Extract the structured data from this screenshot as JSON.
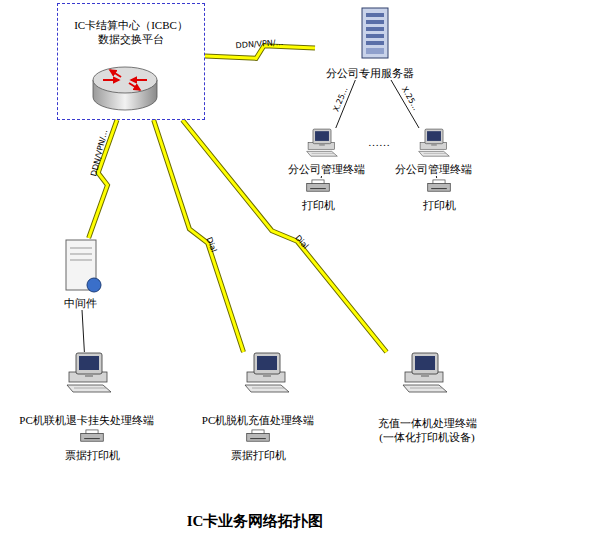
{
  "diagram": {
    "caption": "IC卡业务网络拓扑图",
    "nodes": [
      {
        "text": [
          "IC卡结算中心（ICBC） 数据交换平台"
        ]
      },
      {
        "text": [
          "分公司专用服务器"
        ]
      },
      {
        "text": [
          "分公司管理终端"
        ]
      },
      {
        "text": [
          "分公司管理终端"
        ]
      },
      {
        "text": [
          "打印机"
        ]
      },
      {
        "text": [
          "打印机"
        ]
      },
      {
        "text": [
          "中间件"
        ]
      },
      {
        "text": [
          "PC机联机退卡挂失处理终端"
        ]
      },
      {
        "text": [
          "PC机脱机充值处理终端"
        ]
      },
      {
        "text": [
          "充值一体机处理终端 (一体化打印机设备)"
        ]
      },
      {
        "text": [
          "票据打印机"
        ]
      },
      {
        "text": [
          "票据打印机"
        ]
      }
    ],
    "edges": [
      {
        "from": 0,
        "to": 1,
        "label": "DDN/VPN/...",
        "arrow": "none"
      },
      {
        "from": 1,
        "to": 2,
        "label": "X.25...",
        "arrow": "none"
      },
      {
        "from": 1,
        "to": 3,
        "label": "X.25...",
        "arrow": "none"
      },
      {
        "from": 2,
        "to": 4,
        "arrow": "none"
      },
      {
        "from": 3,
        "to": 5,
        "arrow": "none"
      },
      {
        "from": 0,
        "to": 6,
        "label": "DDN/VPN/...",
        "arrow": "none"
      },
      {
        "from": 0,
        "to": 8,
        "label": "Dial",
        "arrow": "none"
      },
      {
        "from": 0,
        "to": 9,
        "label": "Dial",
        "arrow": "none"
      },
      {
        "from": 6,
        "to": 7,
        "arrow": "none"
      }
    ],
    "labels": [
      "……"
    ]
  }
}
